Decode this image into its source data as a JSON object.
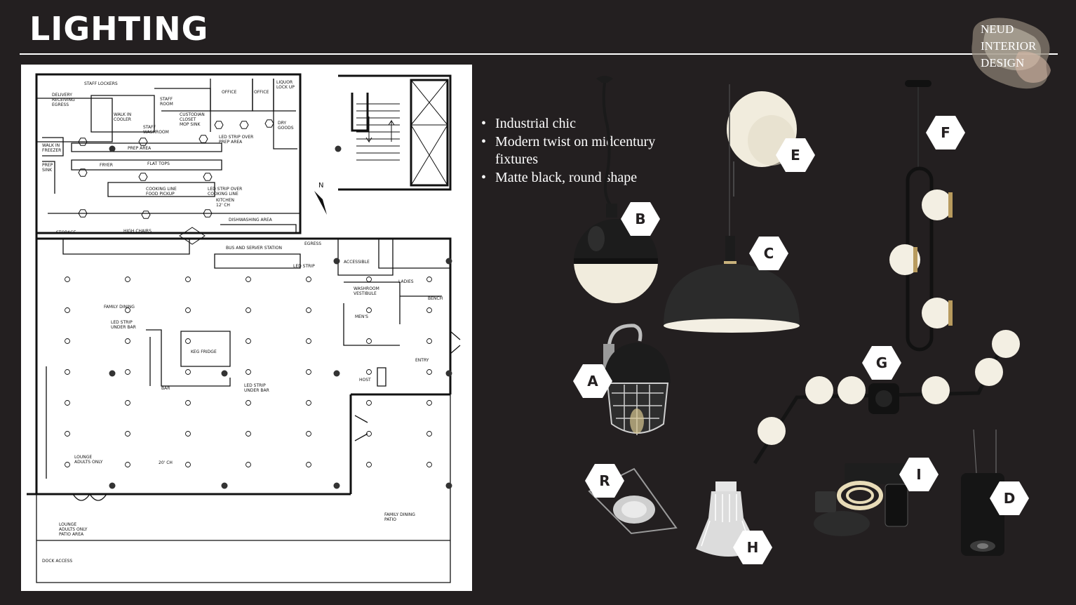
{
  "header": {
    "title": "LIGHTING"
  },
  "logo": {
    "lines": [
      "NEUD",
      "INTERIOR",
      "DESIGN"
    ]
  },
  "features": [
    "Industrial chic",
    "Modern twist on midcentury fixtures",
    "Matte black, round shape"
  ],
  "fixtures": {
    "labels": [
      "A",
      "B",
      "C",
      "D",
      "E",
      "F",
      "G",
      "H",
      "I",
      "R"
    ]
  },
  "plan": {
    "labels": {
      "staff_lockers": "STAFF LOCKERS",
      "delivery": "DELIVERY RECEIVING EGRESS",
      "walk_in_cooler": "WALK IN COOLER",
      "staff_washroom": "STAFF WASHROOM",
      "staff_room": "STAFF ROOM",
      "office1": "OFFICE",
      "office2": "OFFICE",
      "liquor": "LIQUOR LOCK UP",
      "custodian": "CUSTODIAN CLOSET MOP SINK",
      "dry_goods": "DRY GOODS",
      "walk_in_freezer": "WALK IN FREEZER",
      "prep_sink": "PREP SINK",
      "prep_area": "PREP AREA",
      "led_prep": "LED STRIP OVER PREP AREA",
      "fryer": "FRYER",
      "flat_tops": "FLAT TOPS",
      "cooking_line": "COOKING LINE FOOD PICKUP",
      "led_cooking": "LED STRIP OVER COOKING LINE",
      "kitchen": "KITCHEN 12' CH",
      "storage": "STORAGE",
      "high_chairs": "HIGH CHAIRS",
      "dishwashing": "DISHWASHING AREA",
      "bus_station": "BUS AND SERVER STATION",
      "egress": "EGRESS",
      "led_strip": "LED STRIP",
      "accessible": "ACCESSIBLE",
      "ladies": "LADIES",
      "washroom_vestibule": "WASHROOM VESTIBULE",
      "bench": "BENCH",
      "mens": "MEN'S",
      "family_dining": "FAMILY DINING",
      "led_bar": "LED STRIP UNDER BAR",
      "keg_fridge": "KEG FRIDGE",
      "bar": "BAR",
      "led_bar2": "LED STRIP UNDER BAR",
      "entry": "ENTRY",
      "host": "HOST",
      "lounge": "LOUNGE ADULTS ONLY",
      "ch20": "20' CH",
      "lounge_patio": "LOUNGE ADULTS ONLY PATIO AREA",
      "family_patio": "FAMILY DINING PATIO",
      "dock": "DOCK ACCESS",
      "north": "N"
    }
  },
  "colors": {
    "background": "#231f20",
    "text": "#ffffff",
    "plan_bg": "#ffffff",
    "hex": "#ffffff",
    "fixture_black": "#1c1c1c",
    "glass": "#f3efe3",
    "brass": "#b89b5e"
  }
}
